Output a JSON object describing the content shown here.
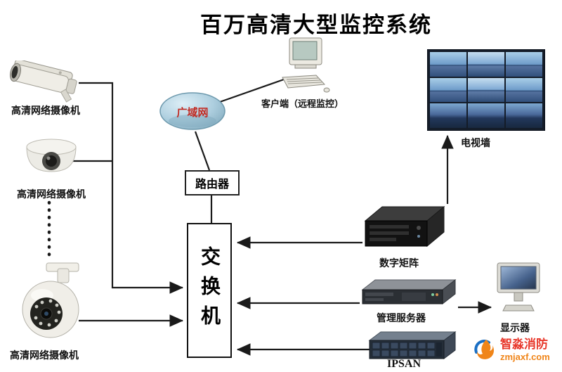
{
  "title": "百万高清大型监控系统",
  "cameras": [
    {
      "label": "高清网络摄像机"
    },
    {
      "label": "高清网络摄像机"
    },
    {
      "label": "高清网络摄像机"
    }
  ],
  "wan": {
    "label": "广域网"
  },
  "client": {
    "label": "客户端（远程监控）"
  },
  "router": {
    "label": "路由器"
  },
  "switch": {
    "label": "交换机"
  },
  "tv_wall": {
    "label": "电视墙"
  },
  "digital_matrix": {
    "label": "数字矩阵"
  },
  "mgmt_server": {
    "label": "管理服务器"
  },
  "ipsan": {
    "label": "IPSAN"
  },
  "display": {
    "label": "显示器"
  },
  "watermark": {
    "brand": "智淼消防",
    "site": "zmjaxf.com"
  },
  "colors": {
    "wan_label": "#c22a22",
    "brand_red": "#e8382c",
    "brand_orange": "#f08519",
    "line": "#1a1a1a"
  }
}
